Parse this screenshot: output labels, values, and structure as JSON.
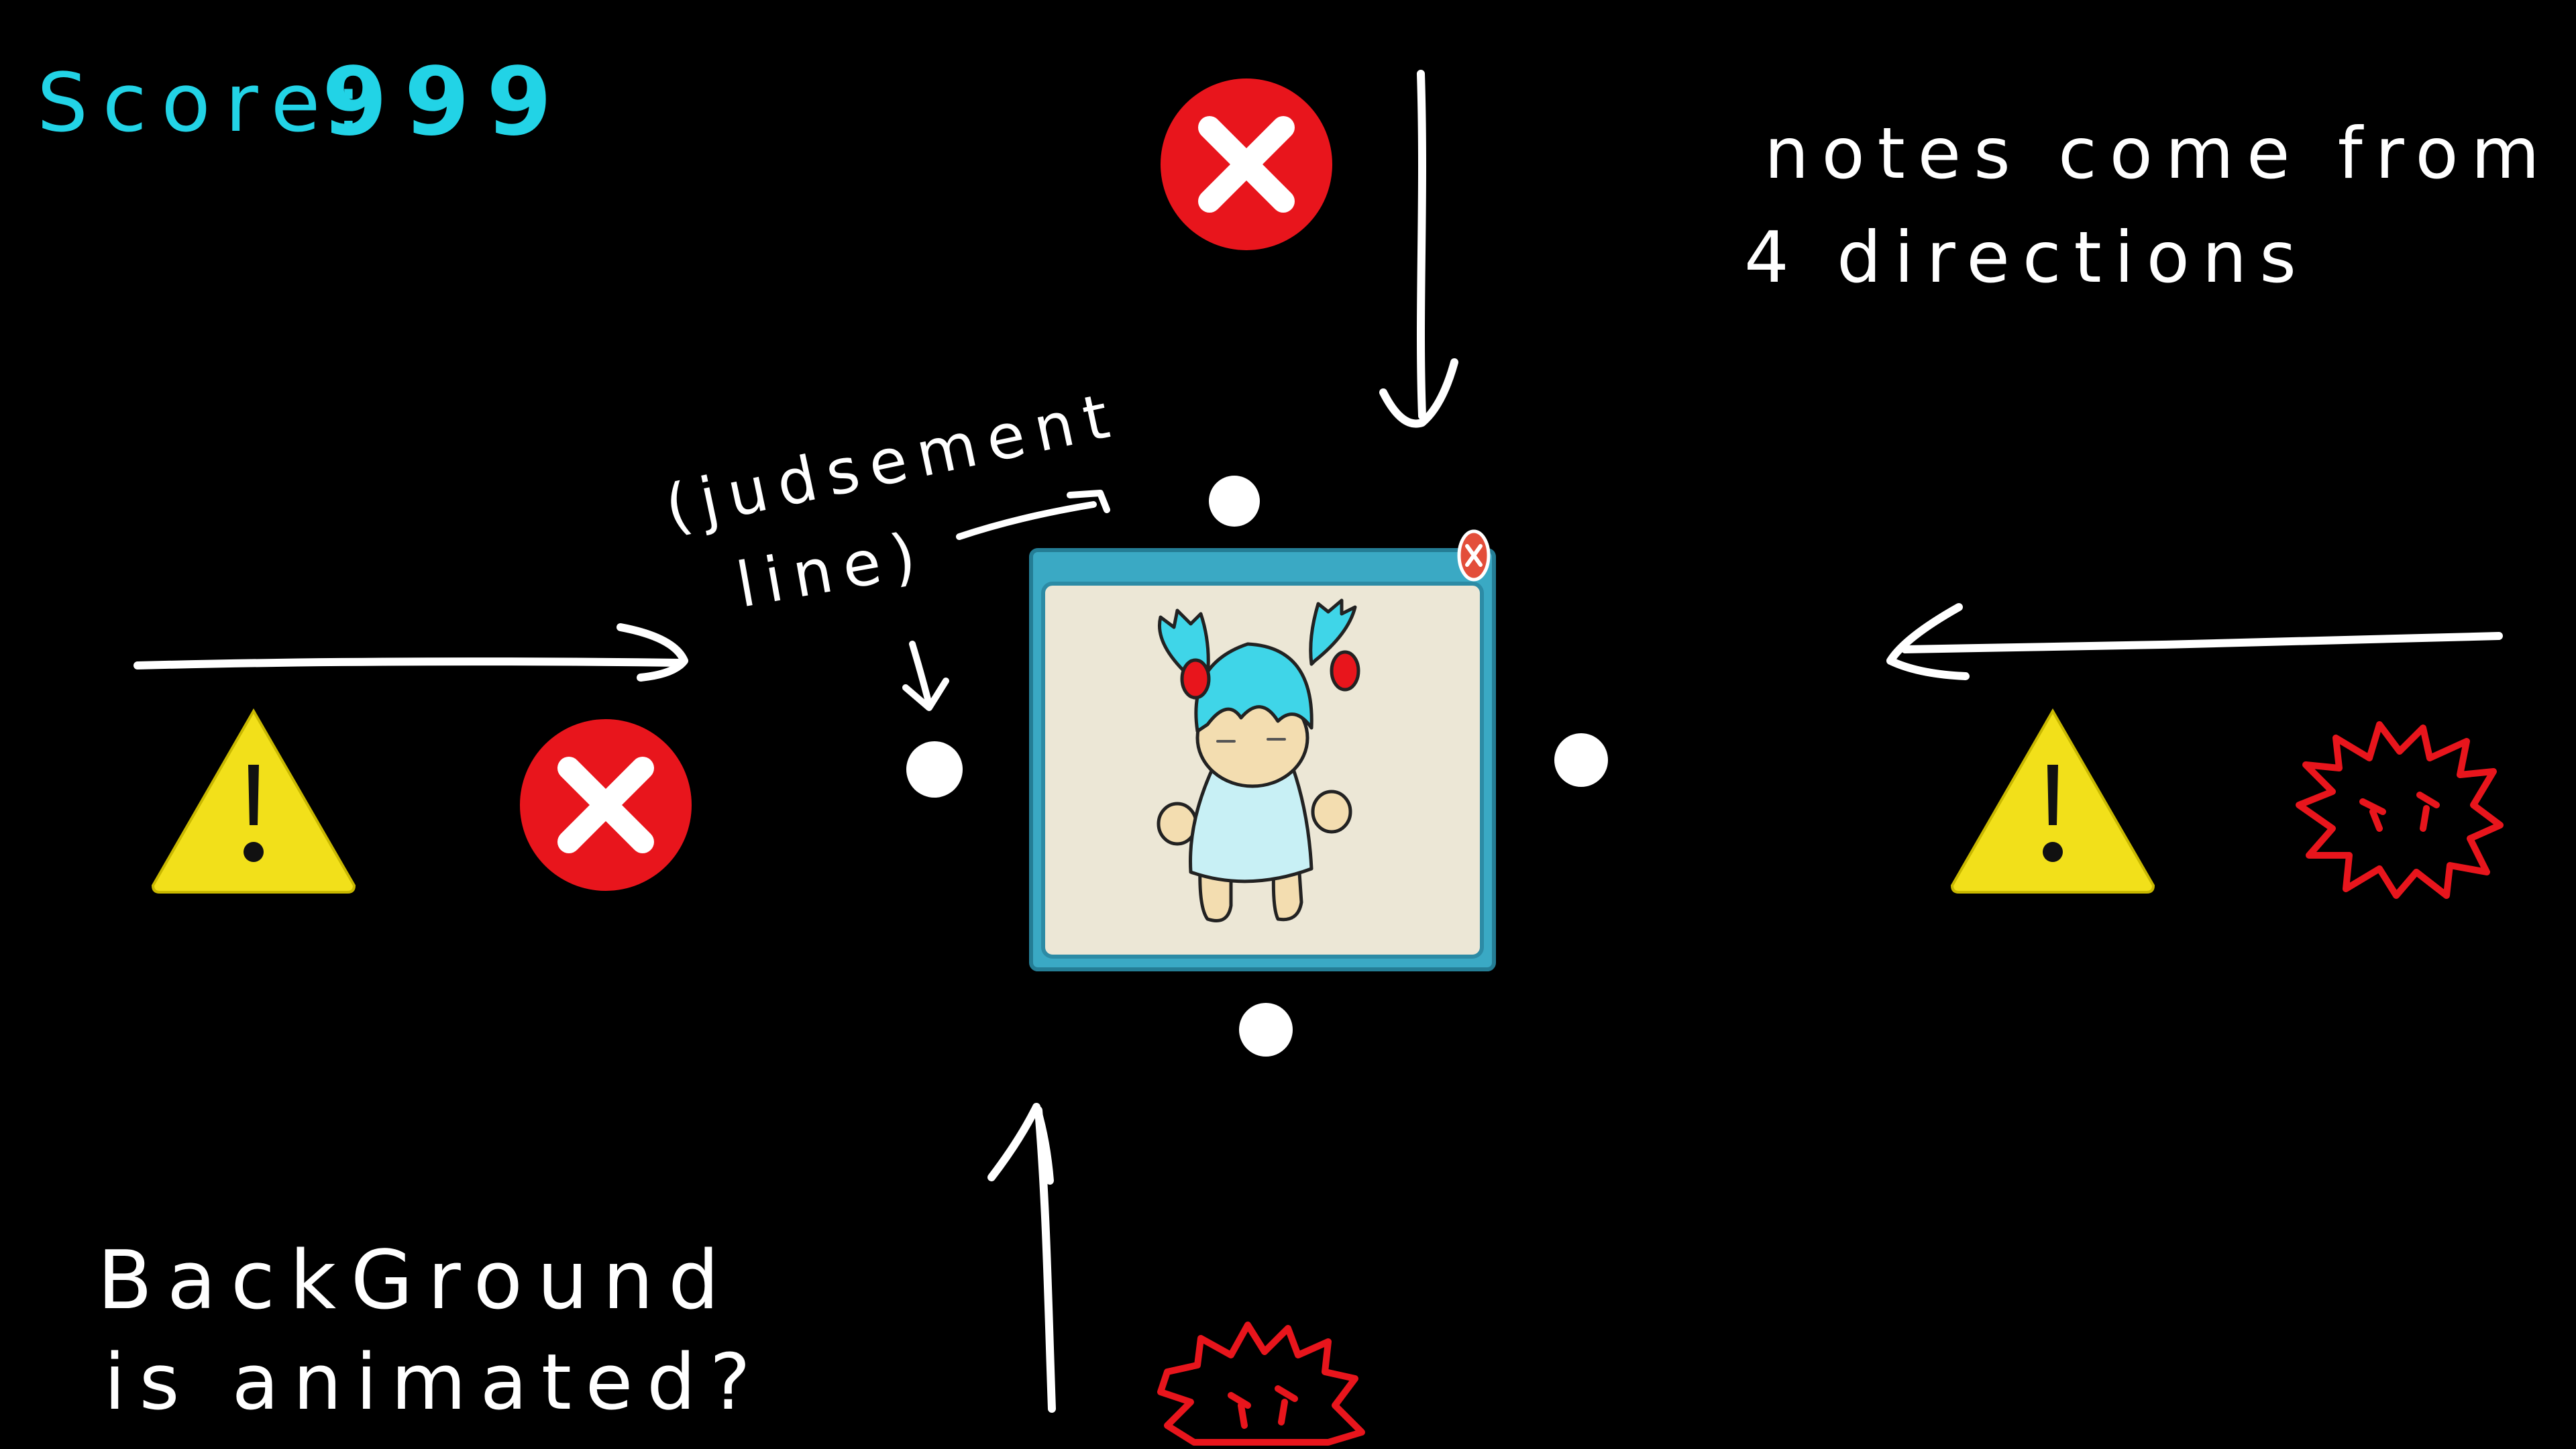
{
  "hud": {
    "score_label": "Score:",
    "score_value": "999"
  },
  "notes": {
    "directions_line1": "notes come from",
    "directions_line2": "4 directions",
    "judgement_line1": "(judsement",
    "judgement_line2": "line)",
    "background_line1": "BackGround",
    "background_line2": "is animated?"
  },
  "incoming_notes": [
    {
      "lane": "top",
      "kind": "x-mark-icon"
    },
    {
      "lane": "left",
      "kind": "warning-icon"
    },
    {
      "lane": "left",
      "kind": "x-mark-icon"
    },
    {
      "lane": "right",
      "kind": "warning-icon"
    },
    {
      "lane": "right",
      "kind": "angry-burst-icon"
    },
    {
      "lane": "bottom",
      "kind": "angry-burst-icon"
    }
  ],
  "colors": {
    "background": "#000000",
    "score": "#22d3e6",
    "ink": "#ffffff",
    "note_red": "#e8151c",
    "warning_yellow": "#f2e01a",
    "window_frame": "#3aa9c4",
    "window_fill": "#ece7d6",
    "character_hair": "#3fd5e8",
    "character_dress": "#c8f0f5"
  }
}
